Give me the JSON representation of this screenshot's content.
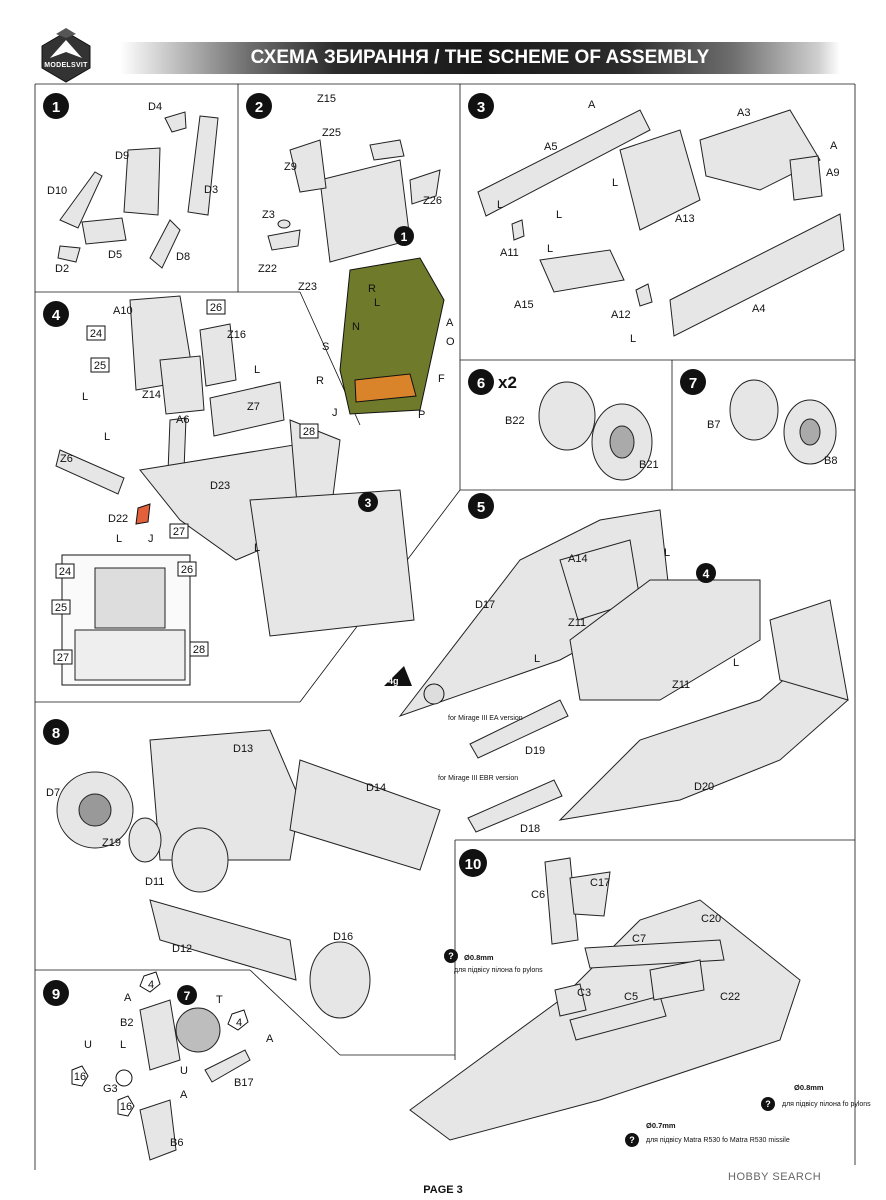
{
  "brand": {
    "logo_text": "MODELSVIT"
  },
  "header": {
    "title": "СХЕМА ЗБИРАННЯ / THE SCHEME OF ASSEMBLY"
  },
  "steps": {
    "s1": {
      "num": "1",
      "parts": [
        "D4",
        "D9",
        "D3",
        "D10",
        "D5",
        "D2",
        "D8"
      ]
    },
    "s2": {
      "num": "2",
      "parts": [
        "Z15",
        "Z25",
        "Z9",
        "Z26",
        "Z3",
        "Z22",
        "Z23"
      ],
      "ref": "1",
      "seat_marks": [
        "R",
        "L",
        "N",
        "A",
        "O",
        "S",
        "F",
        "R",
        "J",
        "P"
      ]
    },
    "s3": {
      "num": "3",
      "parts": [
        "A",
        "A5",
        "A3",
        "A",
        "A9",
        "L",
        "L",
        "L",
        "A13",
        "A11",
        "L",
        "A15",
        "A12",
        "L",
        "A4"
      ]
    },
    "s4": {
      "num": "4",
      "parts": [
        "A10",
        "26",
        "24",
        "Z16",
        "25",
        "L",
        "Z14",
        "L",
        "A6",
        "Z7",
        "L",
        "28",
        "Z6",
        "D23",
        "3",
        "D22",
        "L",
        "J",
        "27",
        "L",
        "24",
        "26",
        "25",
        "28",
        "27"
      ]
    },
    "s5": {
      "num": "5",
      "parts": [
        "A14",
        "L",
        "4",
        "D17",
        "Z11",
        "L",
        "L",
        "Z11",
        "D19",
        "D20",
        "D18"
      ],
      "weight": "4g",
      "note_ea": "for Mirage III EA version",
      "note_ebr": "for Mirage III EBR version"
    },
    "s6": {
      "num": "6",
      "qty": "x2",
      "parts": [
        "B22",
        "B21"
      ]
    },
    "s7": {
      "num": "7",
      "parts": [
        "B7",
        "B8"
      ]
    },
    "s8": {
      "num": "8",
      "parts": [
        "D13",
        "D7",
        "D14",
        "Z19",
        "D11",
        "D12",
        "D16"
      ]
    },
    "s9": {
      "num": "9",
      "parts": [
        "4",
        "A",
        "7",
        "T",
        "B2",
        "4",
        "A",
        "U",
        "L",
        "U",
        "16",
        "G3",
        "16",
        "A",
        "B17",
        "B6"
      ]
    },
    "s10": {
      "num": "10",
      "parts": [
        "C17",
        "C6",
        "C20",
        "C7",
        "C3",
        "C5",
        "C22"
      ],
      "note_a_size": "Ø0.8mm",
      "note_a_text": "для підвісу пілона fo pylons",
      "note_b_size": "Ø0.8mm",
      "note_b_text": "для підвісу пілона fo pylons",
      "note_c_size": "Ø0.7mm",
      "note_c_text": "для підвісу Matra R530 fo Matra R530 missile"
    }
  },
  "footer": {
    "page": "PAGE 3"
  },
  "watermark": "HOBBY SEARCH"
}
